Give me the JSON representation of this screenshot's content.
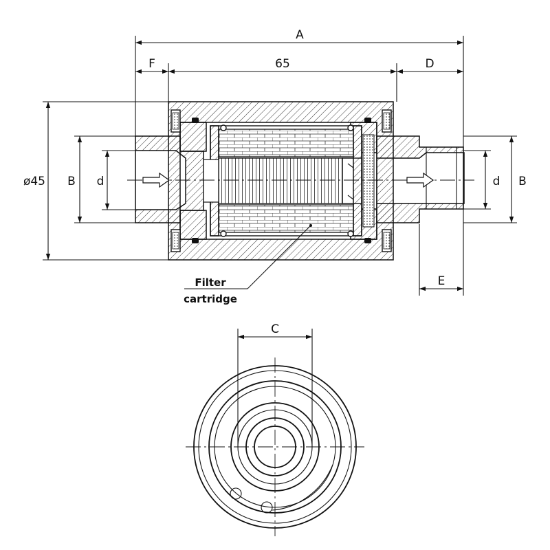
{
  "dimensions": {
    "overall_length": "A",
    "inlet_extension": "F",
    "body_length": "65",
    "outlet_extension": "D",
    "outlet_thread_length": "E",
    "body_diameter": "ø45",
    "port_outer_left": "B",
    "port_bore_left": "d",
    "port_bore_right": "d",
    "port_outer_right": "B",
    "across_flats": "C"
  },
  "callouts": {
    "cartridge_line1": "Filter",
    "cartridge_line2": "cartridge"
  }
}
